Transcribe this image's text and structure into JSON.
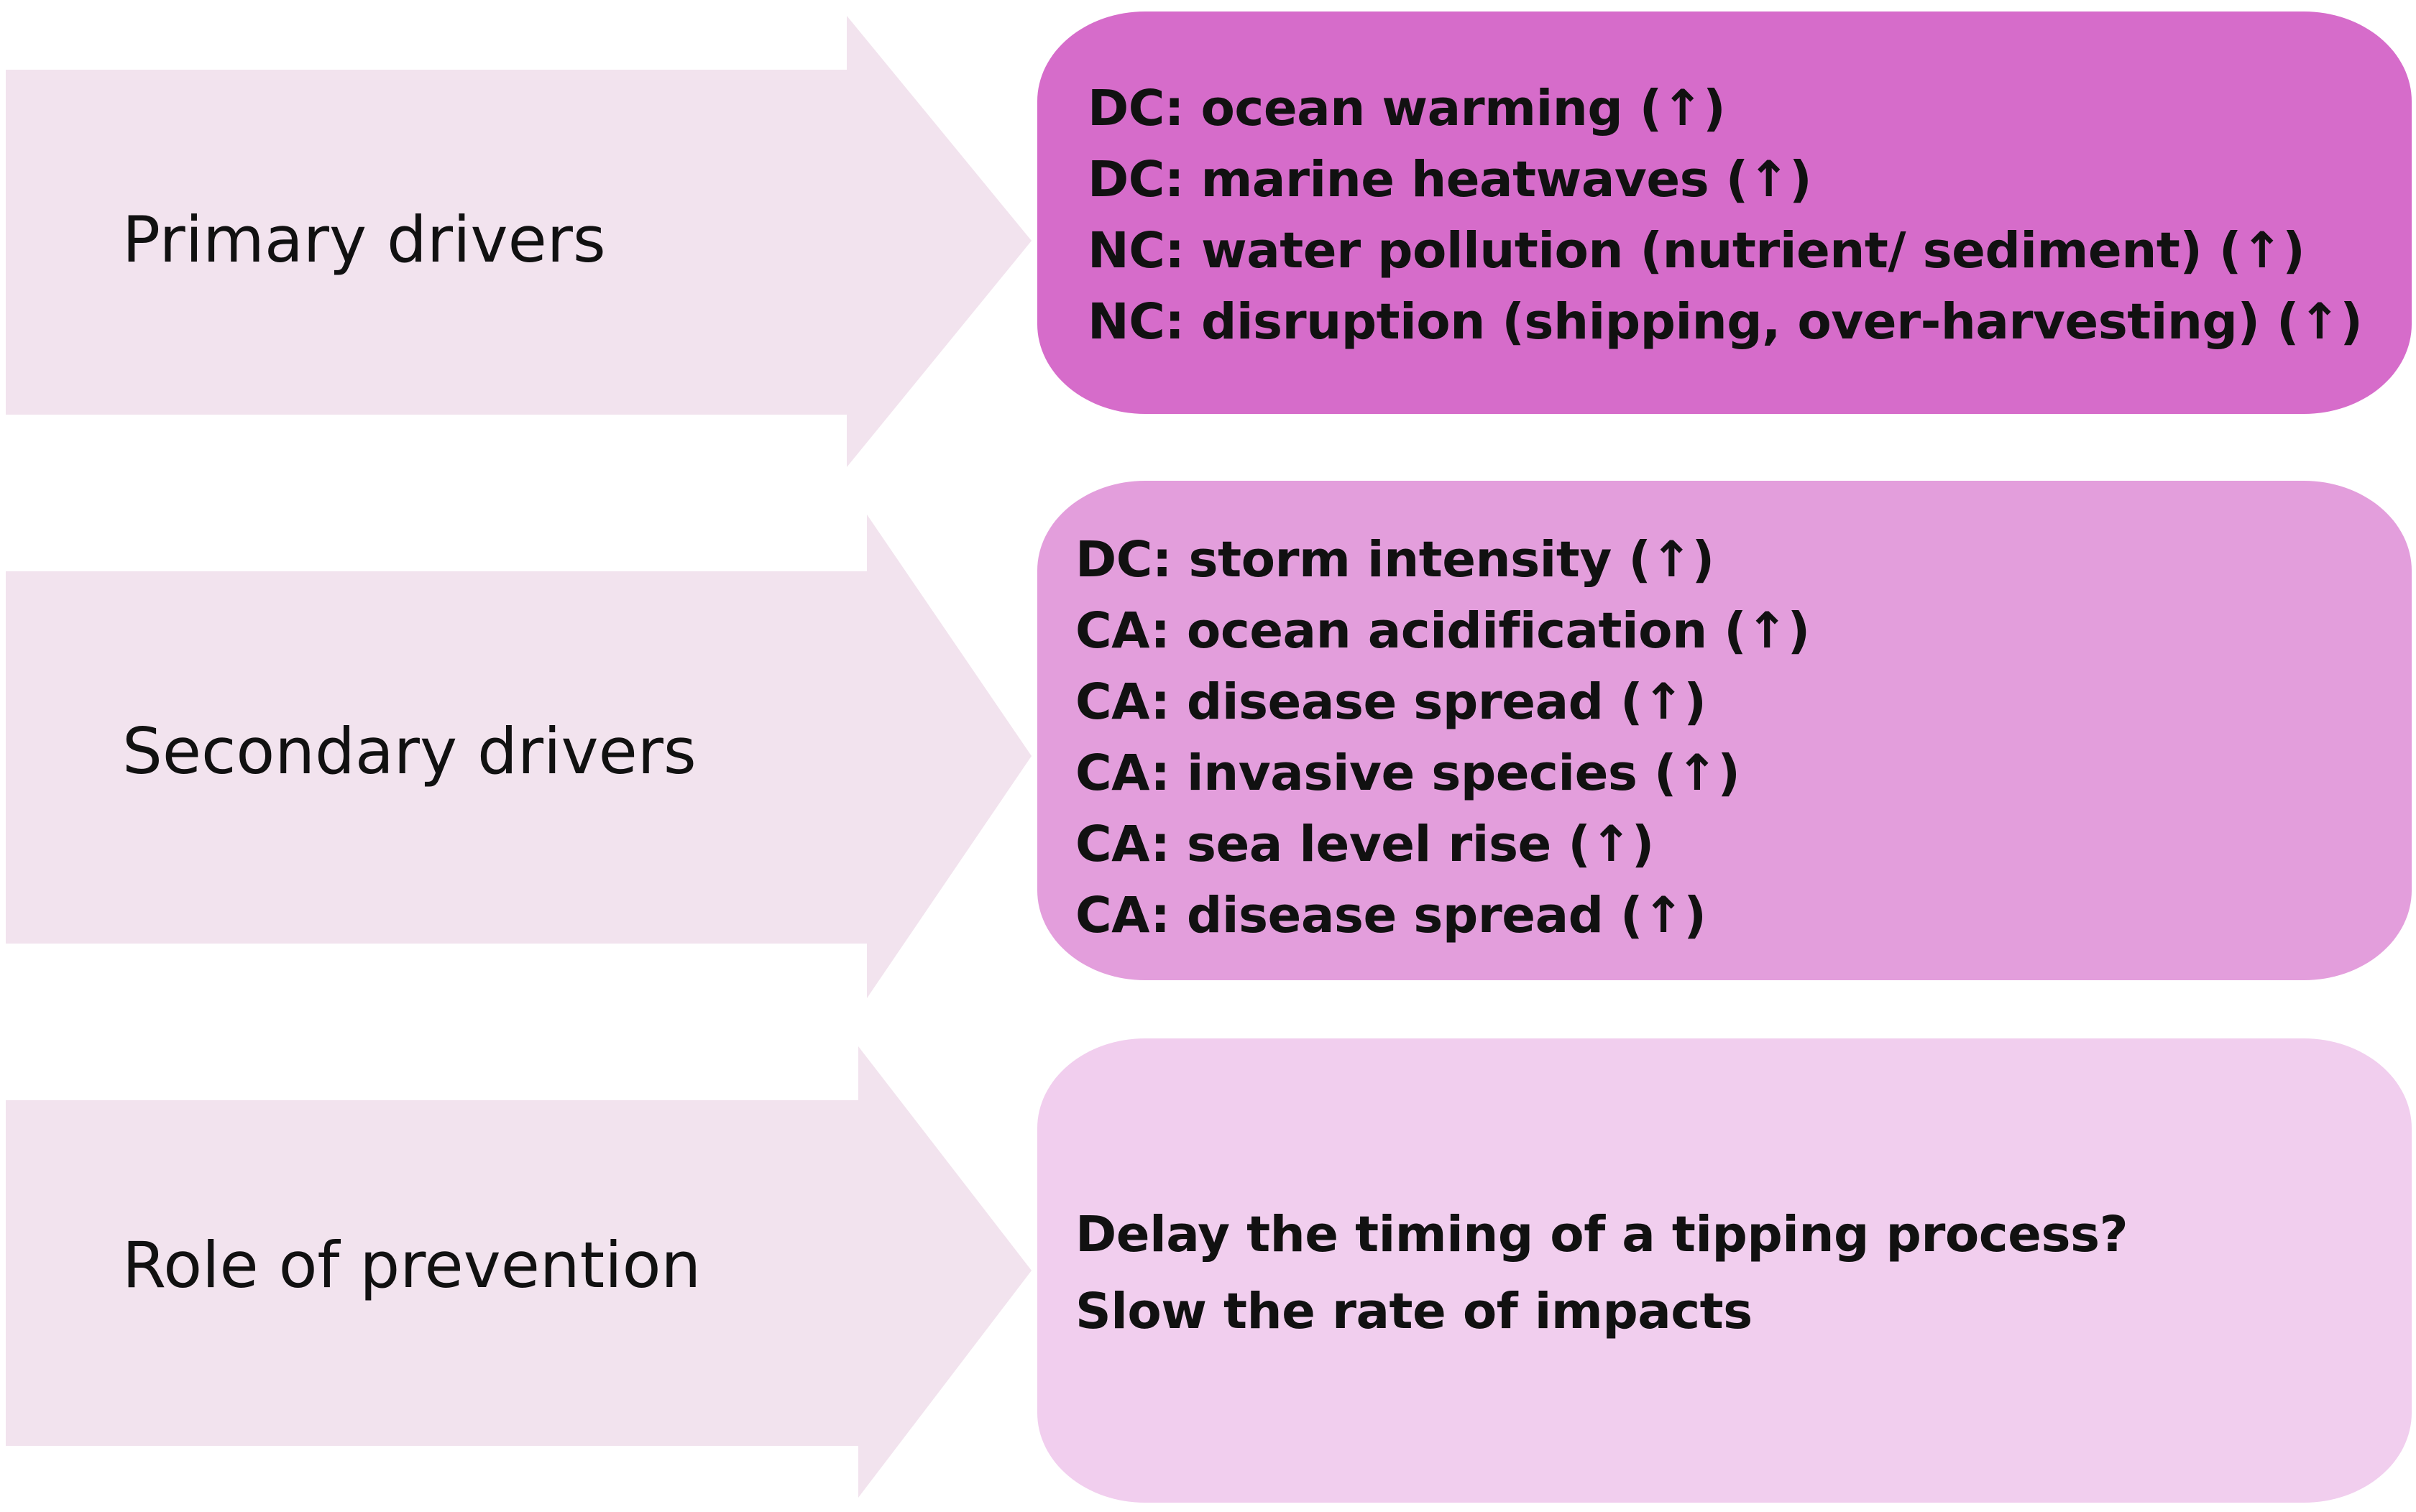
{
  "colors": {
    "arrow_fill": "#f2e3ee",
    "primary_box": "#d66cca",
    "secondary_box": "#e39edc",
    "prevention_box": "#f1ceee",
    "text": "#111111"
  },
  "rows": {
    "primary": {
      "label": "Primary drivers",
      "items": [
        "DC: ocean warming (↑)",
        "DC: marine heatwaves (↑)",
        "NC: water pollution (nutrient/ sediment) (↑)",
        "NC: disruption (shipping, over-harvesting) (↑)"
      ]
    },
    "secondary": {
      "label": "Secondary drivers",
      "items": [
        "DC: storm intensity (↑)",
        "CA: ocean acidification (↑)",
        "CA: disease spread (↑)",
        "CA: invasive species (↑)",
        "CA: sea level rise (↑)",
        "CA: disease spread (↑)"
      ]
    },
    "prevention": {
      "label": "Role of prevention",
      "items": [
        "Delay the timing of a tipping process?",
        "Slow the rate of impacts"
      ]
    }
  }
}
